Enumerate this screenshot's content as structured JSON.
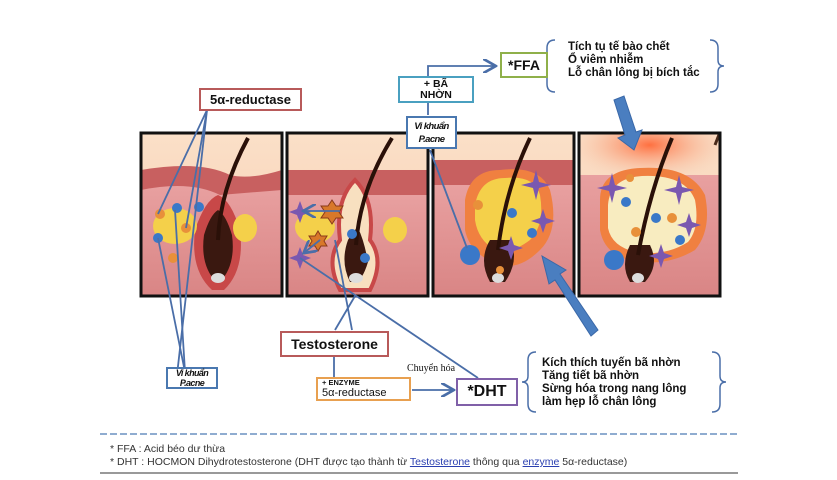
{
  "labels": {
    "reductase_top": "5α-reductase",
    "ffa": "*FFA",
    "sebum": "+ BÃ NHỜN",
    "bacteria_top_line1": "Vi khuẩn",
    "bacteria_top_line2": "P.acne",
    "bacteria_left_line1": "Vi khuẩn",
    "bacteria_left_line2": "P.acne",
    "testosterone": "Testosterone",
    "enzyme_prefix": "+ ENZYME",
    "enzyme_name": "5α-reductase",
    "conversion": "Chuyển hóa",
    "dht": "*DHT"
  },
  "ffa_effects": [
    "Tích tụ tế bào chết",
    "Ổ viêm nhiễm",
    "Lỗ chân lông bị bích tắc"
  ],
  "dht_effects": [
    "Kích thích tuyến bã nhờn",
    "Tăng tiết bã nhờn",
    "Sừng hóa trong nang lông",
    "làm hẹp lỗ chân lông"
  ],
  "footnotes": {
    "ffa": "* FFA  : Acid béo dư thừa",
    "dht_prefix": "* DHT : HOCMON Dihydrotestosterone (DHT được tạo thành từ ",
    "dht_link1": "Testosterone",
    "dht_mid": " thông qua ",
    "dht_link2": "enzyme",
    "dht_suffix": " 5α-reductase)"
  },
  "colors": {
    "arrow_blue": "#4a78b8",
    "line_blue": "#4a6ea8",
    "box_red": "#b85a5a",
    "box_green": "#8fb04a",
    "box_teal": "#4aa0c0",
    "box_orange": "#e8a050",
    "box_purple": "#8060a8",
    "skin": "#d98080"
  }
}
